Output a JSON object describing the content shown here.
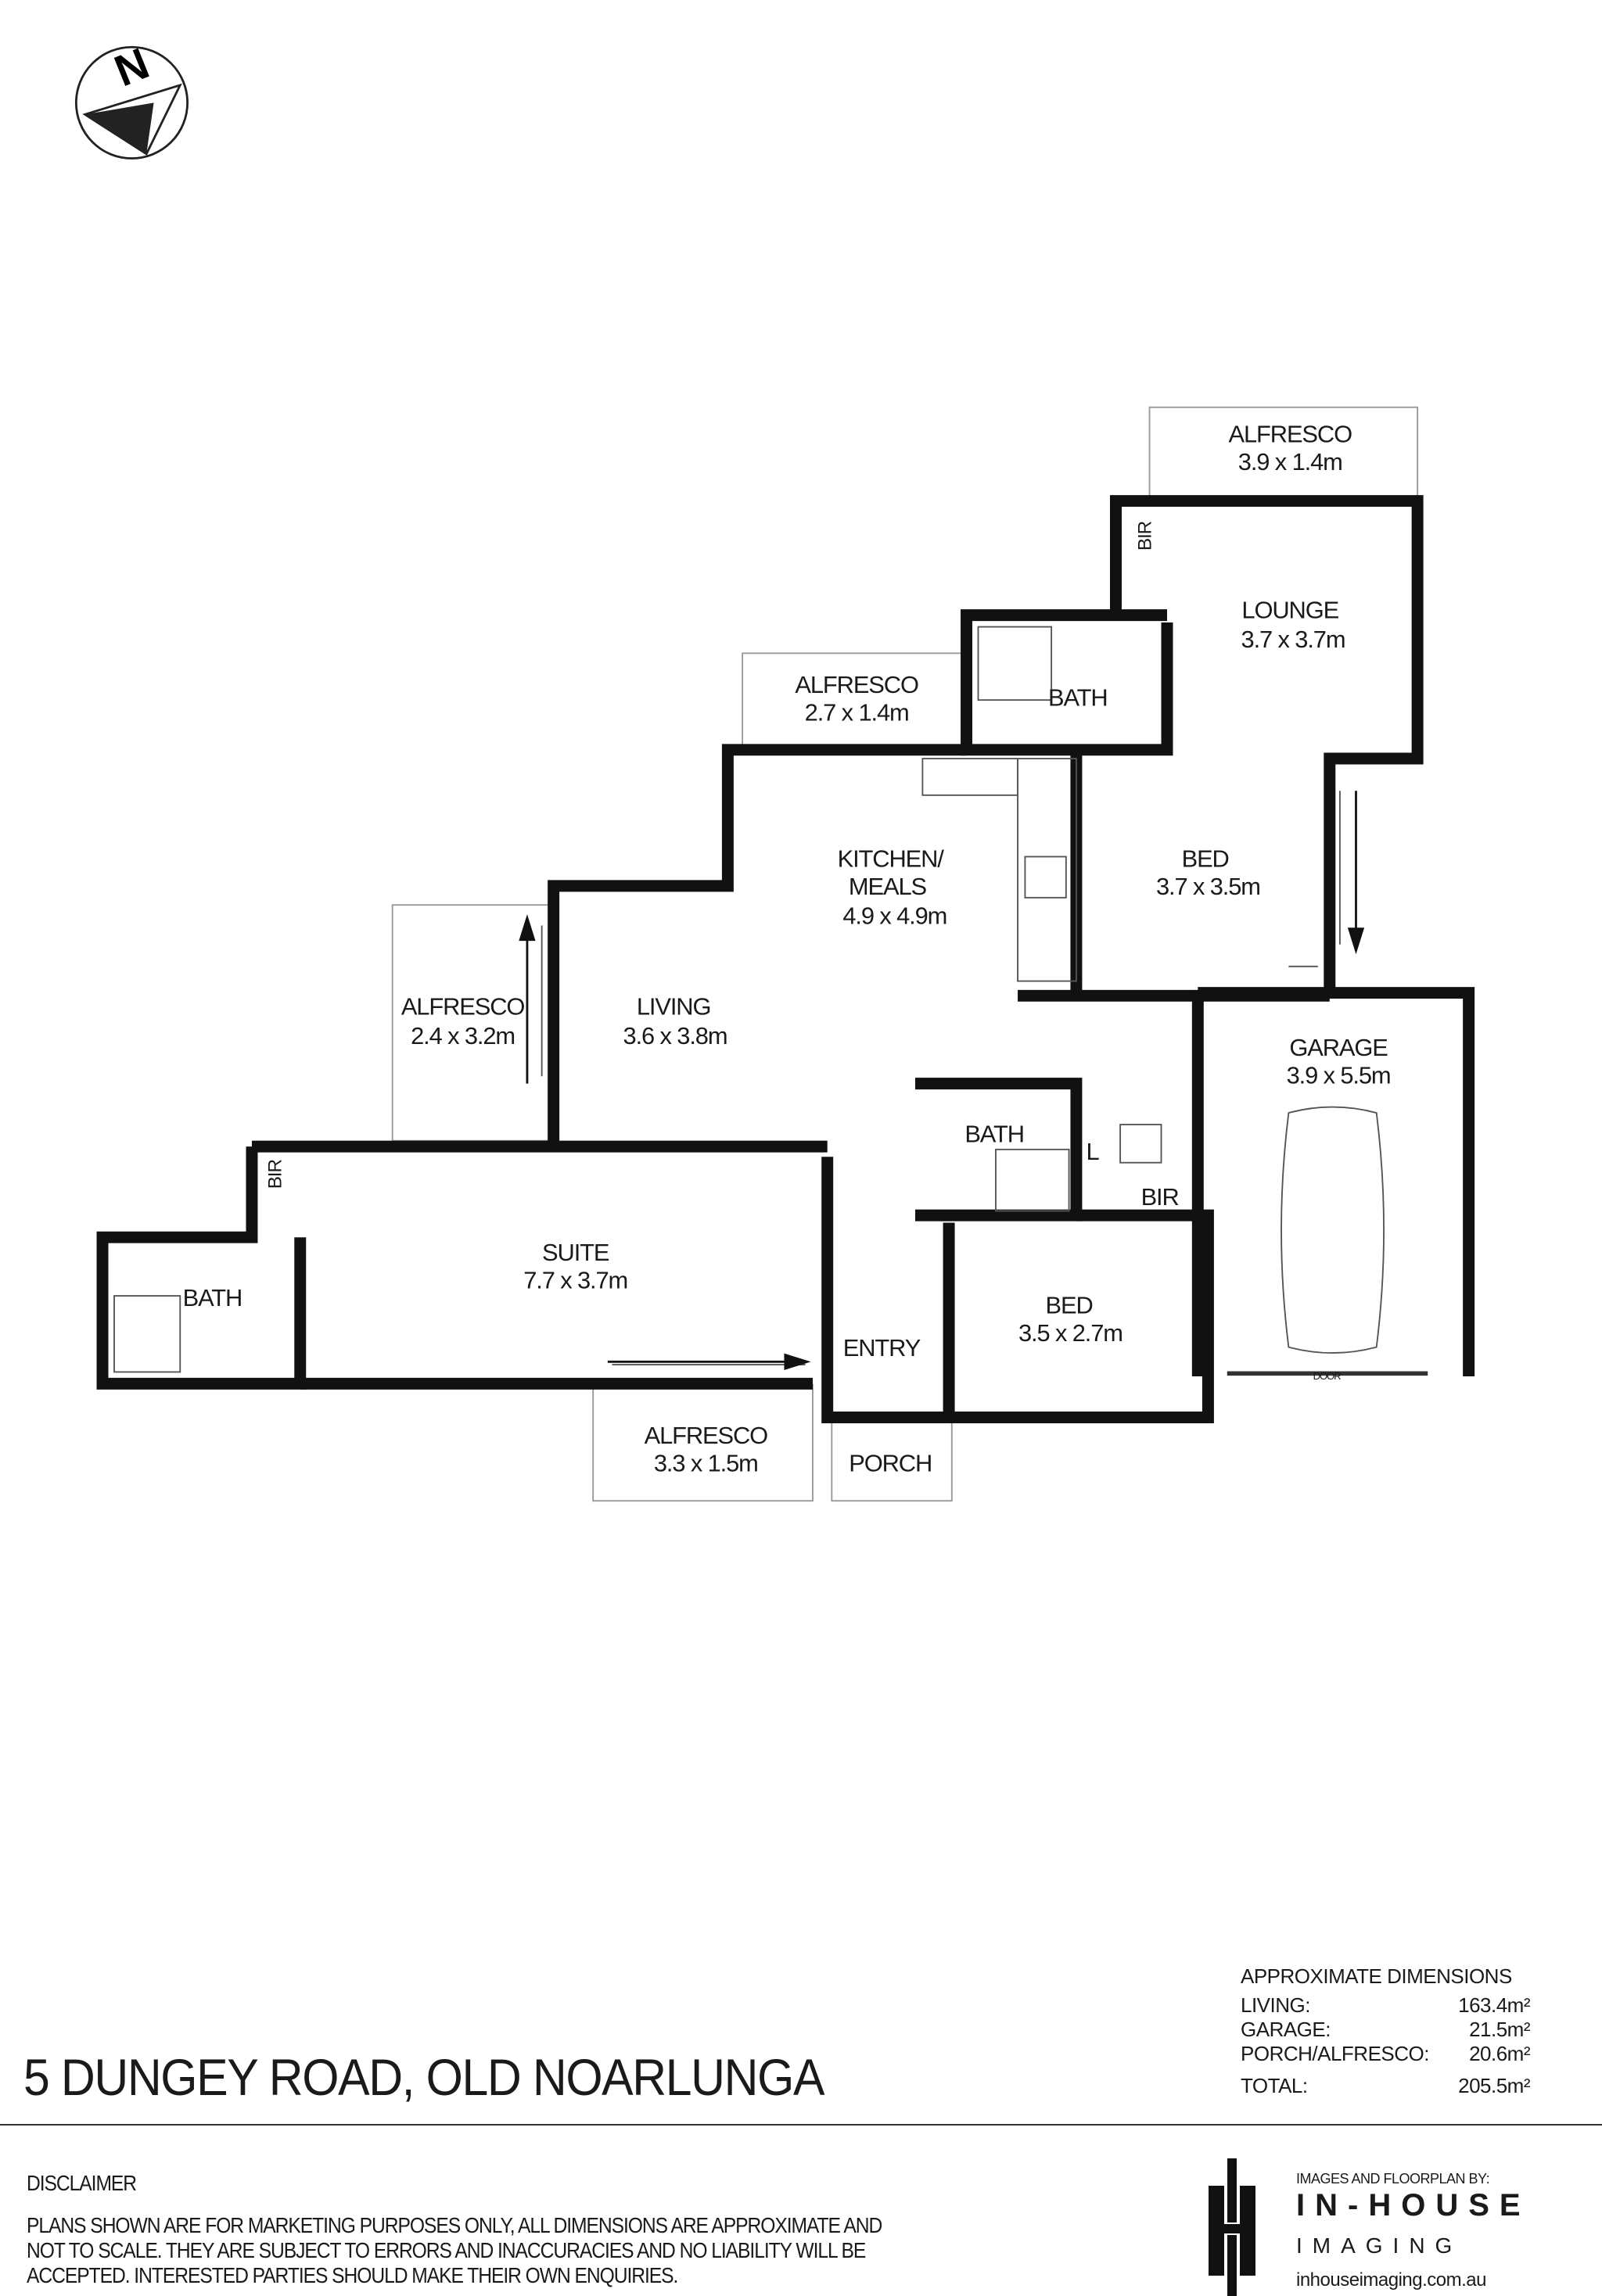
{
  "plan": {
    "rooms": [
      {
        "name": "ALFRESCO",
        "size": "3.9 x 1.4m"
      },
      {
        "name": "LOUNGE",
        "size": "3.7 x 3.7m"
      },
      {
        "name": "BATH"
      },
      {
        "name": "ALFRESCO",
        "size": "2.7 x 1.4m"
      },
      {
        "name": "KITCHEN/",
        "name2": "MEALS",
        "size": "4.9 x 4.9m"
      },
      {
        "name": "BED",
        "size": "3.7 x 3.5m"
      },
      {
        "name": "ALFRESCO",
        "size": "2.4 x 3.2m"
      },
      {
        "name": "LIVING",
        "size": "3.6 x 3.8m"
      },
      {
        "name": "GARAGE",
        "size": "3.9 x 5.5m"
      },
      {
        "name": "BATH"
      },
      {
        "name": "SUITE",
        "size": "7.7 x 3.7m"
      },
      {
        "name": "BATH"
      },
      {
        "name": "BED",
        "size": "3.5 x 2.7m"
      },
      {
        "name": "ENTRY"
      },
      {
        "name": "ALFRESCO",
        "size": "3.3 x 1.5m"
      },
      {
        "name": "PORCH"
      }
    ],
    "bir_labels": [
      "BIR",
      "BIR",
      "BIR"
    ],
    "laundry_label": "L",
    "garage_door_label": "DOOR",
    "compass_label": "N"
  },
  "dimensions": {
    "heading": "APPROXIMATE DIMENSIONS",
    "rows": [
      {
        "label": "LIVING:",
        "value": "163.4m²"
      },
      {
        "label": "GARAGE:",
        "value": "21.5m²"
      },
      {
        "label": "PORCH/ALFRESCO:",
        "value": "20.6m²"
      }
    ],
    "total": {
      "label": "TOTAL:",
      "value": "205.5m²"
    }
  },
  "address": "5  DUNGEY ROAD, OLD NOARLUNGA",
  "disclaimer": {
    "heading": "DISCLAIMER",
    "lines": [
      "PLANS SHOWN ARE FOR MARKETING PURPOSES ONLY, ALL DIMENSIONS ARE APPROXIMATE AND",
      "NOT TO SCALE. THEY ARE SUBJECT TO ERRORS AND INACCURACIES AND NO LIABILITY WILL BE",
      "ACCEPTED. INTERESTED PARTIES SHOULD MAKE THEIR OWN ENQUIRIES."
    ]
  },
  "brand": {
    "by": "IMAGES AND FLOORPLAN BY:",
    "name": "IN-HOUSE",
    "sub": "IMAGING",
    "url": "inhouseimaging.com.au"
  }
}
